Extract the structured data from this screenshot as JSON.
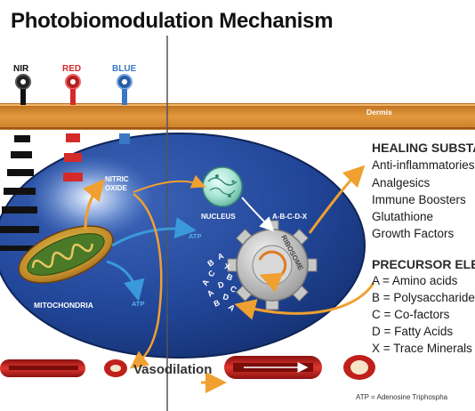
{
  "title": "Photobiomodulation Mechanism",
  "light_sources": [
    {
      "label": "NIR",
      "color": "#111111"
    },
    {
      "label": "RED",
      "color": "#d42a2a"
    },
    {
      "label": "BLUE",
      "color": "#3a78c4"
    }
  ],
  "skin_layer": {
    "label": "Dermis",
    "color": "#d98a2c"
  },
  "cell_labels": {
    "nitric_oxide_line1": "NITRIC",
    "nitric_oxide_line2": "OXIDE",
    "nucleus": "NUCLEUS",
    "mitochondria": "MITOCHONDRIA",
    "atp_upper": "ATP",
    "atp_lower": "ATP",
    "sequence": "A-B-C-D-X",
    "ribosome": "RIBOSOME",
    "letter_cluster": [
      "A",
      "B",
      "X",
      "C",
      "B",
      "A",
      "D",
      "C",
      "A",
      "D",
      "B",
      "A"
    ]
  },
  "vasodilation_label": "Vasodilation",
  "healing_substances": {
    "heading": "HEALING SUBSTAN",
    "items": [
      "Anti-inflammatories",
      "Analgesics",
      "Immune Boosters",
      "Glutathione",
      "Growth Factors"
    ]
  },
  "precursor_elements": {
    "heading": "PRECURSOR ELEM",
    "items": [
      "A = Amino acids",
      "B = Polysaccharides",
      "C = Co-factors",
      "D = Fatty Acids",
      "X = Trace Minerals"
    ]
  },
  "footnote": "ATP = Adenosine Triphospha",
  "colors": {
    "cell_fill": "#1e3f8e",
    "arrow_orange": "#f0a030",
    "arrow_blue": "#3a9ad9",
    "vessel_red": "#c0201c"
  }
}
